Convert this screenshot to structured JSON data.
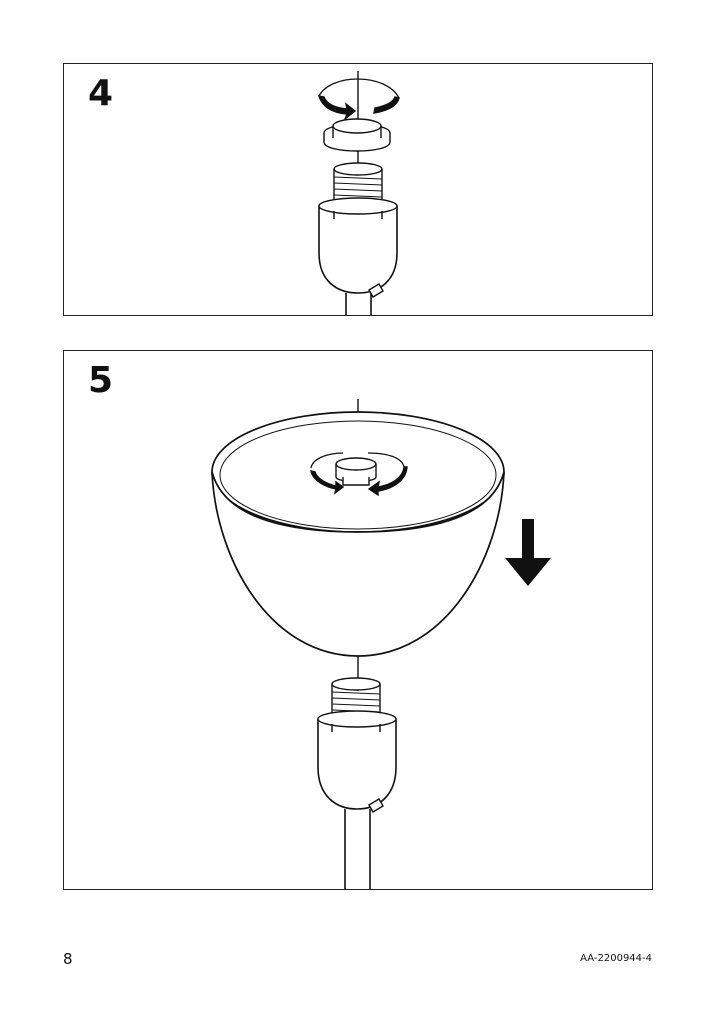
{
  "steps": [
    {
      "number": "4",
      "illustration": "tighten-ring-onto-socket"
    },
    {
      "number": "5",
      "illustration": "lower-shade-and-tighten-ring"
    }
  ],
  "footer": {
    "page_number": "8",
    "doc_code": "AA-2200944-4"
  },
  "icons": [
    "rotate-arrow-icon",
    "down-arrow-icon"
  ]
}
